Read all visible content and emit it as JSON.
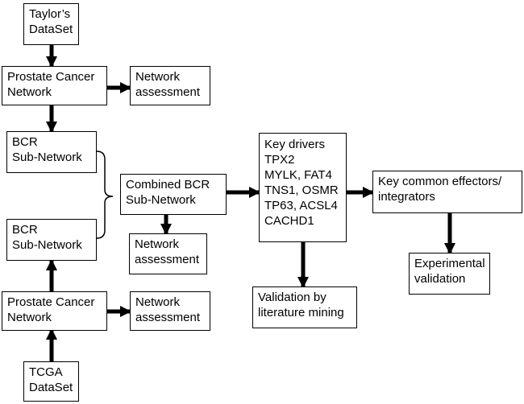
{
  "diagram": {
    "nodes": [
      {
        "id": "taylor-dataset",
        "lines": [
          "Taylor’s",
          "DataSet"
        ]
      },
      {
        "id": "prostate-cancer-network-top",
        "lines": [
          "Prostate Cancer",
          "Network"
        ]
      },
      {
        "id": "network-assessment-top",
        "lines": [
          "Network",
          "assessment"
        ]
      },
      {
        "id": "bcr-subnetwork-top",
        "lines": [
          "BCR",
          "Sub-Network"
        ]
      },
      {
        "id": "bcr-subnetwork-bottom",
        "lines": [
          "BCR",
          "Sub-Network"
        ]
      },
      {
        "id": "prostate-cancer-network-bottom",
        "lines": [
          "Prostate Cancer",
          "Network"
        ]
      },
      {
        "id": "network-assessment-bottom",
        "lines": [
          "Network",
          "assessment"
        ]
      },
      {
        "id": "tcga-dataset",
        "lines": [
          "TCGA",
          "DataSet"
        ]
      },
      {
        "id": "combined-bcr-subnetwork",
        "lines": [
          "Combined BCR",
          "Sub-Network"
        ]
      },
      {
        "id": "network-assessment-combined",
        "lines": [
          "Network",
          "assessment"
        ]
      },
      {
        "id": "key-drivers",
        "lines": [
          "Key drivers",
          "TPX2",
          "MYLK, FAT4",
          "TNS1, OSMR",
          "TP63, ACSL4",
          "CACHD1"
        ]
      },
      {
        "id": "validation-literature",
        "lines": [
          "Validation by",
          "literature mining"
        ]
      },
      {
        "id": "key-common-effectors",
        "lines": [
          "Key common effectors/",
          "integrators"
        ]
      },
      {
        "id": "experimental-validation",
        "lines": [
          "Experimental",
          "validation"
        ]
      }
    ],
    "edges": [
      {
        "from": "taylor-dataset",
        "to": "prostate-cancer-network-top"
      },
      {
        "from": "prostate-cancer-network-top",
        "to": "network-assessment-top"
      },
      {
        "from": "prostate-cancer-network-top",
        "to": "bcr-subnetwork-top"
      },
      {
        "from": "tcga-dataset",
        "to": "prostate-cancer-network-bottom"
      },
      {
        "from": "prostate-cancer-network-bottom",
        "to": "network-assessment-bottom"
      },
      {
        "from": "prostate-cancer-network-bottom",
        "to": "bcr-subnetwork-bottom"
      },
      {
        "from": "bcr-subnetwork-top",
        "to": "combined-bcr-subnetwork",
        "kind": "brace"
      },
      {
        "from": "bcr-subnetwork-bottom",
        "to": "combined-bcr-subnetwork",
        "kind": "brace"
      },
      {
        "from": "combined-bcr-subnetwork",
        "to": "network-assessment-combined"
      },
      {
        "from": "combined-bcr-subnetwork",
        "to": "key-drivers"
      },
      {
        "from": "key-drivers",
        "to": "validation-literature"
      },
      {
        "from": "key-drivers",
        "to": "key-common-effectors"
      },
      {
        "from": "key-common-effectors",
        "to": "experimental-validation"
      }
    ]
  }
}
